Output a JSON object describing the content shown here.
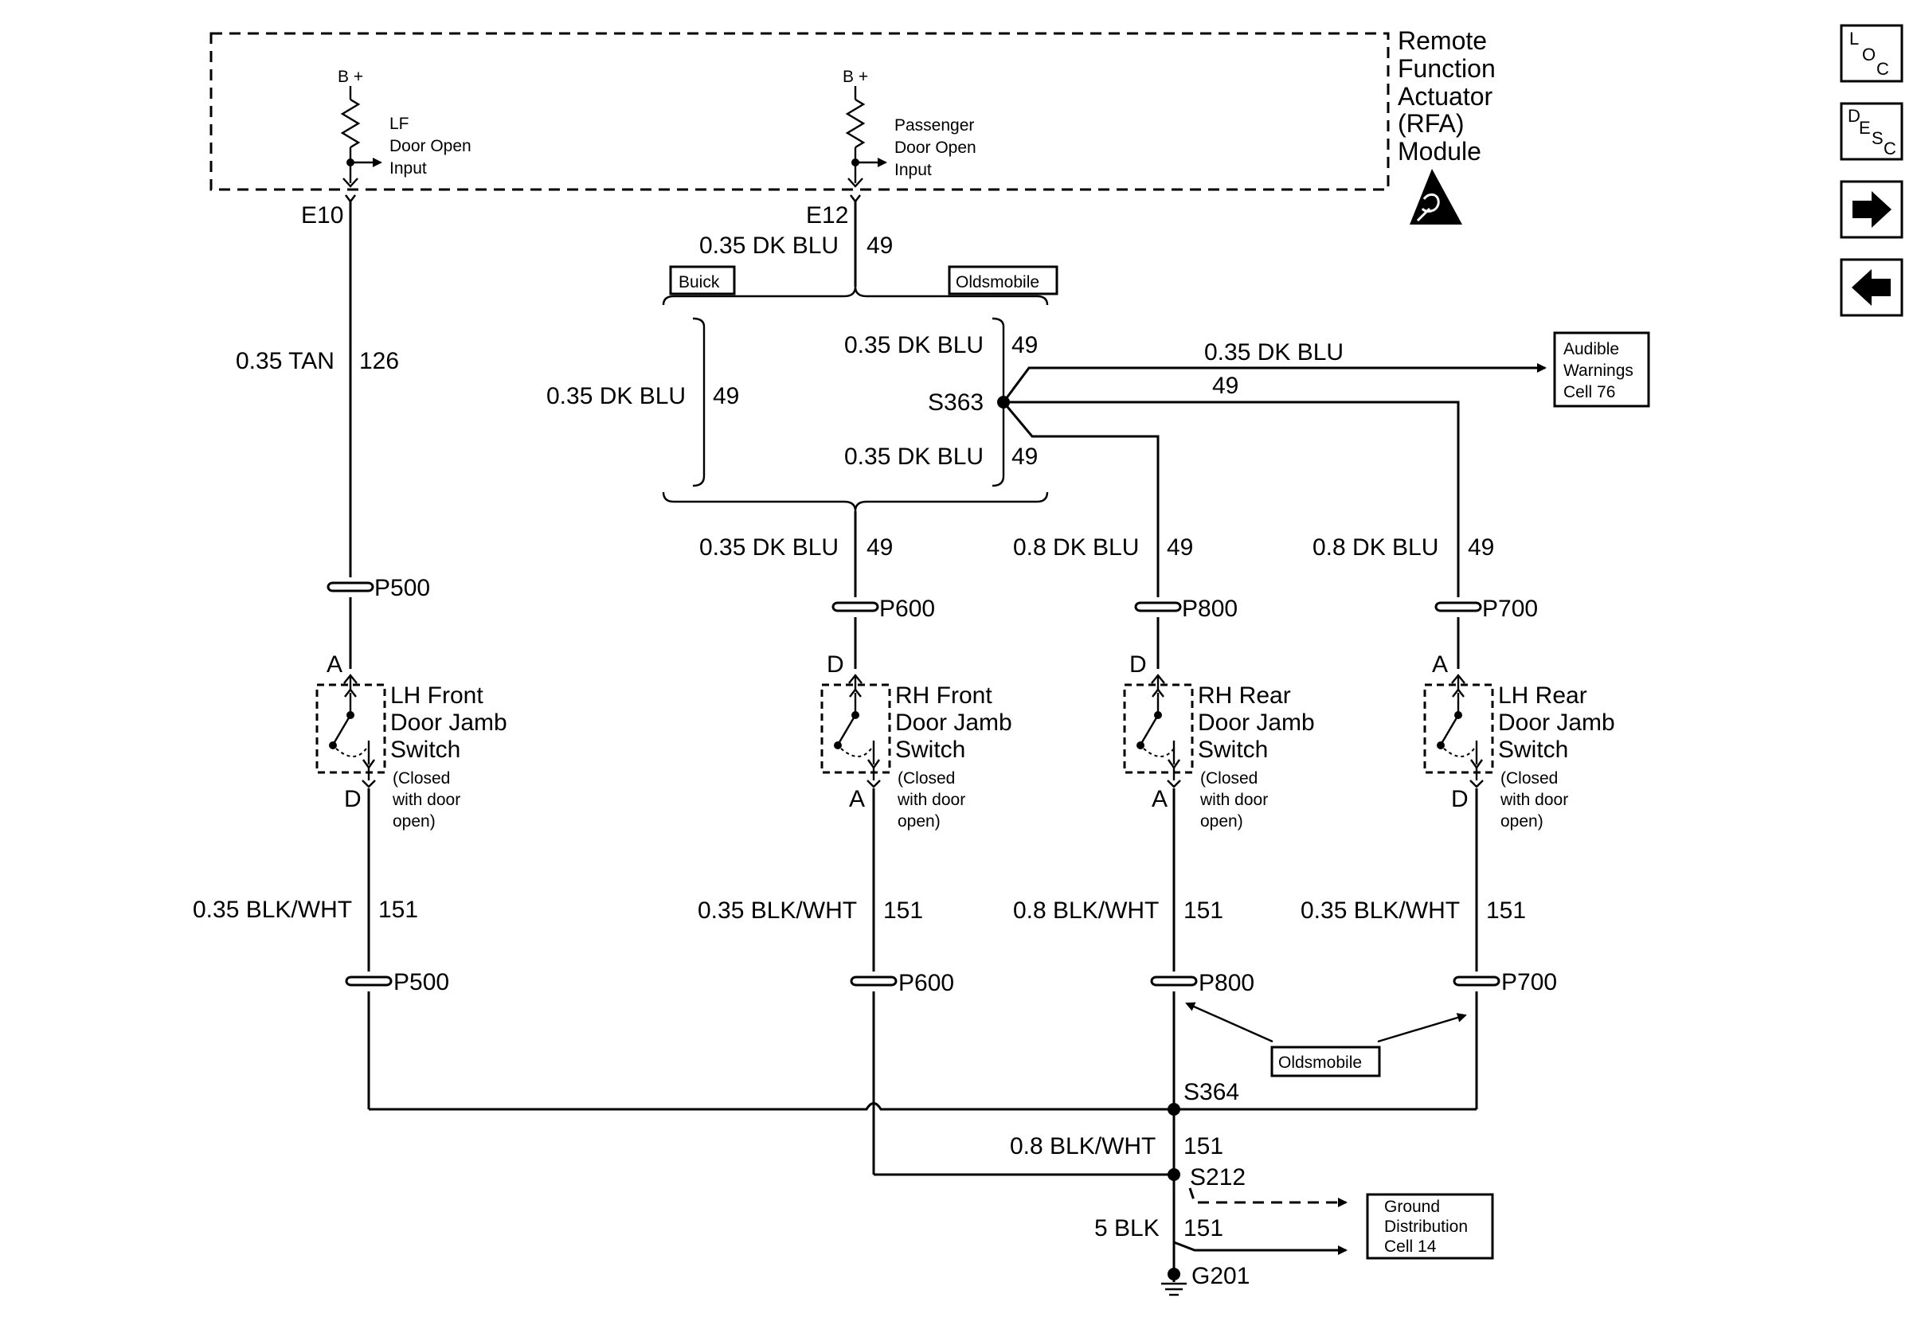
{
  "module": {
    "title_lines": [
      "Remote",
      "Function",
      "Actuator",
      "(RFA)",
      "Module"
    ],
    "bplus": "B +",
    "lf_input": [
      "LF",
      "Door Open",
      "Input"
    ],
    "pass_input": [
      "Passenger",
      "Door Open",
      "Input"
    ],
    "esd_icon": "esd-warning-icon"
  },
  "terminals": {
    "e10": "E10",
    "e12": "E12"
  },
  "wires": {
    "w_0_35_dk_blu": "0.35 DK BLU",
    "w_0_8_dk_blu": "0.8 DK BLU",
    "w_0_35_tan": "0.35 TAN",
    "w_0_35_blk_wht": "0.35 BLK/WHT",
    "w_0_8_blk_wht": "0.8 BLK/WHT",
    "w_5_blk": "5 BLK",
    "c49": "49",
    "c126": "126",
    "c151": "151"
  },
  "variants": {
    "buick": "Buick",
    "oldsmobile": "Oldsmobile"
  },
  "splices": {
    "s363": "S363",
    "s364": "S364",
    "s212": "S212",
    "g201": "G201"
  },
  "connectors": {
    "p500": "P500",
    "p600": "P600",
    "p700": "P700",
    "p800": "P800"
  },
  "pins": {
    "a": "A",
    "d": "D"
  },
  "switches": {
    "lh_front": [
      "LH Front",
      "Door Jamb",
      "Switch"
    ],
    "rh_front": [
      "RH Front",
      "Door Jamb",
      "Switch"
    ],
    "rh_rear": [
      "RH Rear",
      "Door Jamb",
      "Switch"
    ],
    "lh_rear": [
      "LH Rear",
      "Door Jamb",
      "Switch"
    ],
    "note": [
      "(Closed",
      "with door",
      "open)"
    ]
  },
  "refs": {
    "audible": [
      "Audible",
      "Warnings",
      "Cell 76"
    ],
    "ground": [
      "Ground",
      "Distribution",
      "Cell 14"
    ]
  },
  "nav": {
    "loc": [
      "L",
      "O",
      "C"
    ],
    "desc": [
      "D",
      "E",
      "S",
      "C"
    ],
    "next_icon": "arrow-right-icon",
    "prev_icon": "arrow-left-icon"
  }
}
